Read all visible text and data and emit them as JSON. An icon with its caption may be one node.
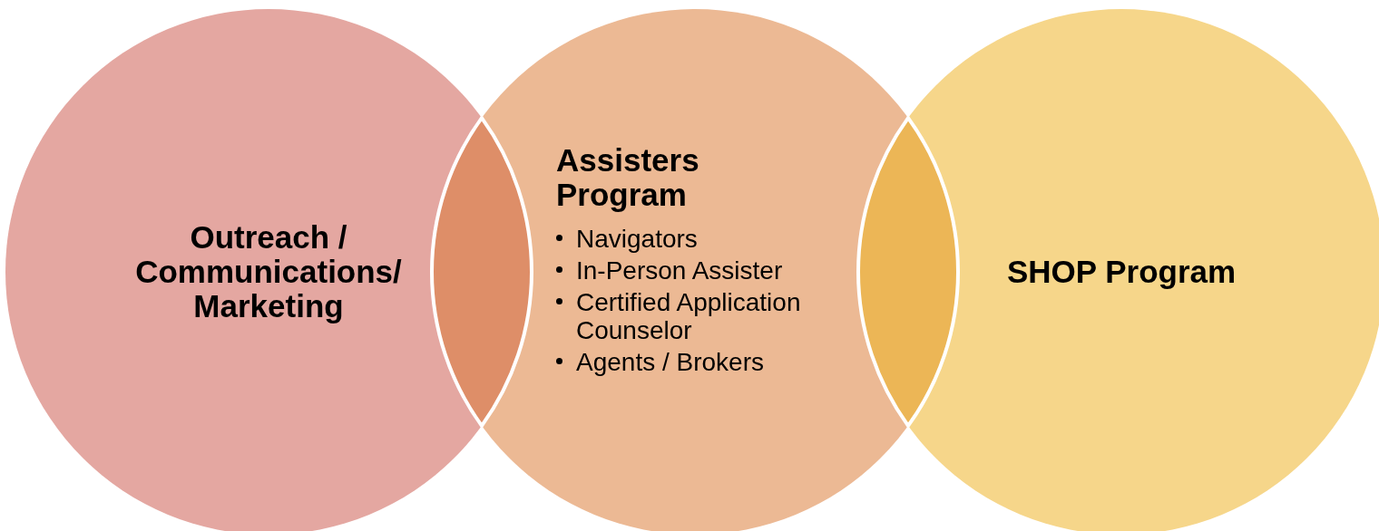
{
  "diagram": {
    "nodes": [
      {
        "text": [
          "Outreach / Communications/ Marketing"
        ]
      },
      {
        "text": [
          "Assisters Program",
          "Navigators",
          "In-Person Assister",
          "Certified Application Counselor",
          "Agents / Brokers"
        ]
      },
      {
        "text": [
          "SHOP Program"
        ]
      }
    ]
  }
}
